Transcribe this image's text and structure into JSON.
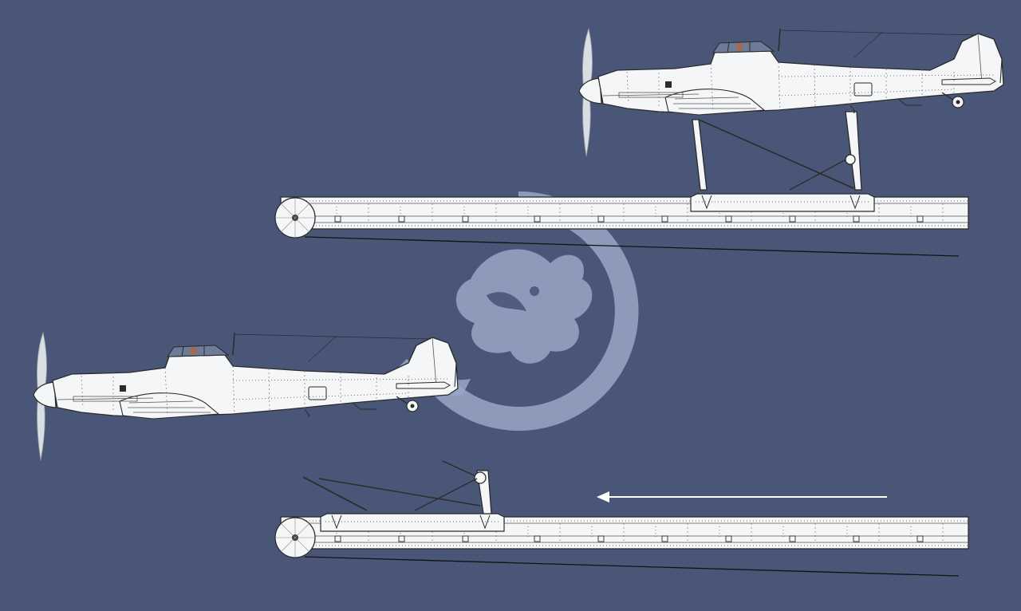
{
  "colors": {
    "background": "#4a5678",
    "airframe": "#f4f6f8",
    "ink": "#2b2b2b",
    "canopy_glass": "#6d7d99",
    "watermark": "#9aa6c6",
    "arrow": "#ffffff"
  },
  "scenes": [
    {
      "id": "launch-ready",
      "aircraft_on_cradle": true
    },
    {
      "id": "post-launch",
      "aircraft_on_cradle": false,
      "motion_direction": "left"
    }
  ],
  "watermark": {
    "kind": "dragon-emblem"
  },
  "arrow": {
    "direction": "left"
  }
}
